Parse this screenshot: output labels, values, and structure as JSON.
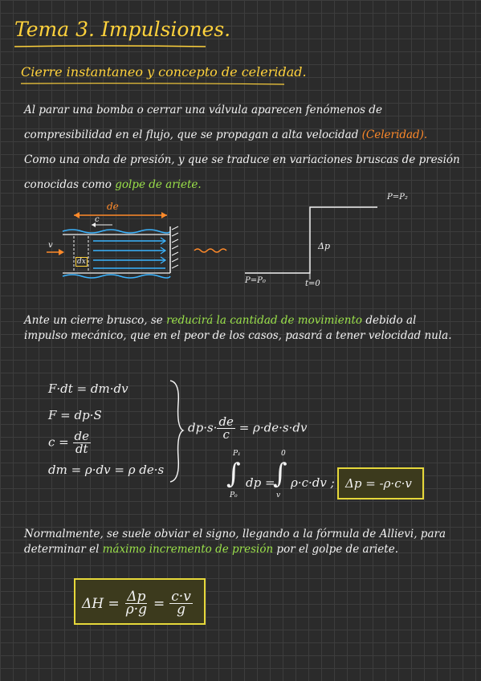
{
  "title": "Tema 3. Impulsiones.",
  "subtitle": "Cierre instantaneo y concepto de celeridad.",
  "intro": {
    "part1": "Al parar una bomba o cerrar una válvula aparecen fenómenos de compresibilidad en el flujo, que se propagan a alta velocidad ",
    "highlight1": "(Celeridad).",
    "part2": " Como una onda de presión, y que se traduce en variaciones bruscas de presión conocidas como ",
    "highlight2": "golpe de ariete."
  },
  "diagram": {
    "de_label": "de",
    "c_label": "c",
    "v_label": "v",
    "dx_label": "dx",
    "p_top_label": "P=P₂",
    "delta_p_label": "Δp",
    "p0_label": "P=P₀",
    "t0_label": "t=0"
  },
  "paragraph2": {
    "part1": "Ante un cierre brusco, se ",
    "highlight": "reducirá la cantidad de movimiento",
    "part2": " debido al impulso mecánico, que en el peor de los casos, pasará a tener velocidad nula."
  },
  "equations": {
    "eq1": "F·dt = dm·dv",
    "eq2": "F = dp·S",
    "eq3_lhs": "c =",
    "eq3_num": "de",
    "eq3_den": "dt",
    "eq4": "dm = ρ·dv = ρ de·s",
    "combined_lhs": "dp·s·",
    "combined_num": "de",
    "combined_den": "c",
    "combined_rhs": "= ρ·de·s·dv",
    "integral_upper1": "P₁",
    "integral_lower1": "P₀",
    "integral_mid": "dp =",
    "integral_upper2": "0",
    "integral_lower2": "v",
    "integral_rhs": "ρ·c·dv ;",
    "boxed_result": "Δp = -ρ·c·v"
  },
  "paragraph3": {
    "part1": "Normalmente, se suele obviar el signo, llegando a la fórmula de Allievi, para determinar el ",
    "highlight": "máximo incremento de presión",
    "part2": " por el golpe de ariete."
  },
  "allievi": {
    "lhs": "ΔH =",
    "num1": "Δp",
    "den1": "ρ·g",
    "eq": "=",
    "num2": "c·v",
    "den2": "g"
  }
}
